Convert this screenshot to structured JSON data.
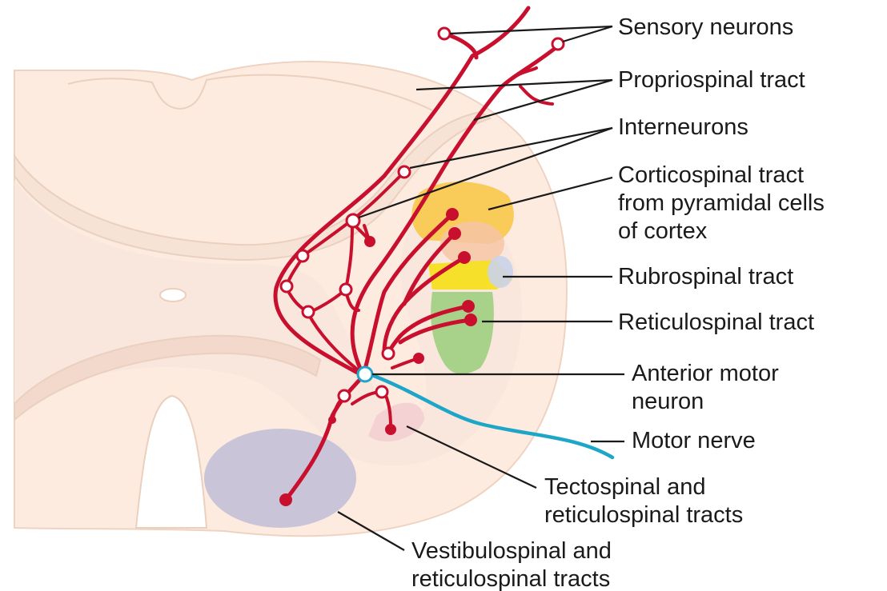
{
  "labels": {
    "sensory_neurons": "Sensory neurons",
    "propriospinal_tract": "Propriospinal tract",
    "interneurons": "Interneurons",
    "corticospinal_tract": [
      "Corticospinal tract",
      "from pyramidal cells",
      "of cortex"
    ],
    "rubrospinal_tract": "Rubrospinal tract",
    "reticulospinal_tract": "Reticulospinal tract",
    "anterior_motor_neuron": [
      "Anterior motor",
      "neuron"
    ],
    "motor_nerve": "Motor nerve",
    "tectospinal_tracts": [
      "Tectospinal and",
      "reticulospinal tracts"
    ],
    "vestibulospinal_tracts": [
      "Vestibulospinal and",
      "reticulospinal tracts"
    ]
  },
  "colors": {
    "cord_fill": "#fdebe0",
    "cord_outline": "#f0d5c5",
    "grey_matter": "#f7e2d6",
    "nerve_red": "#c8102e",
    "motor_nerve_blue": "#1ea6c8",
    "corticospinal_region": "#f8c84a",
    "rubrospinal_region": "#f7e02a",
    "reticulospinal_region": "#a8d28a",
    "vestibulospinal_region": "#c9c4d8",
    "tectospinal_region": "#f3cfd2"
  }
}
